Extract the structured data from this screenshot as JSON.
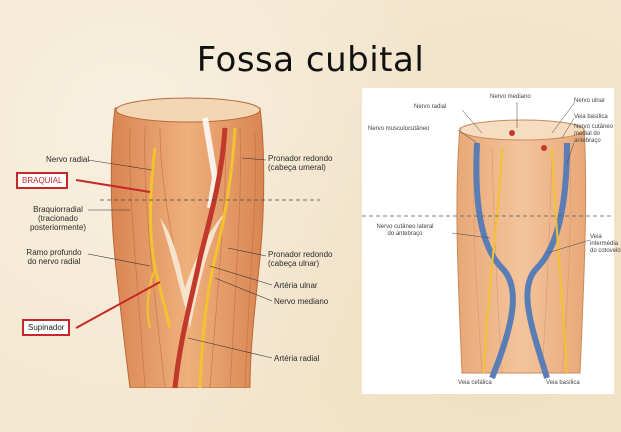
{
  "title": "Fossa cubital",
  "left_figure": {
    "labels": {
      "nervo_radial": "Nervo radial",
      "braquial": "BRAQUIAL",
      "braquiorradial_1": "Braquiorradial",
      "braquiorradial_2": "(tracionado",
      "braquiorradial_3": "posteriormente)",
      "ramo_1": "Ramo profundo",
      "ramo_2": "do nervo radial",
      "supinador": "Supinador",
      "pronador_umeral_1": "Pronador redondo",
      "pronador_umeral_2": "(cabeça umeral)",
      "pronador_ulnar_1": "Pronador redondo",
      "pronador_ulnar_2": "(cabeça ulnar)",
      "arteria_ulnar": "Artéria ulnar",
      "nervo_mediano": "Nervo mediano",
      "arteria_radial": "Artéria radial"
    }
  },
  "right_figure": {
    "labels": {
      "nervo_mediano": "Nervo mediano",
      "nervo_radial": "Nervo radial",
      "nervo_ulnar": "Nervo ulnar",
      "nervo_musculocutaneo": "Nervo musculocutâneo",
      "veia_basilica_top": "Veia basílica",
      "nervo_cutaneo_medial_1": "Nervo cutâneo",
      "nervo_cutaneo_medial_2": "medial do",
      "nervo_cutaneo_medial_3": "antebraço",
      "nervo_cutaneo_lateral_1": "Nervo cutâneo lateral",
      "nervo_cutaneo_lateral_2": "do antebraço",
      "veia_intermedia_1": "Veia",
      "veia_intermedia_2": "intermédia",
      "veia_intermedia_3": "do cotovelo",
      "veia_cefalica": "Veia cefálica",
      "veia_basilica_bottom": "Veia basílica"
    }
  },
  "colors": {
    "highlight_box": "#c62828",
    "muscle": "#e9a06a",
    "artery": "#c0392b",
    "nerve": "#f2c230",
    "vein": "#5b7db5"
  }
}
